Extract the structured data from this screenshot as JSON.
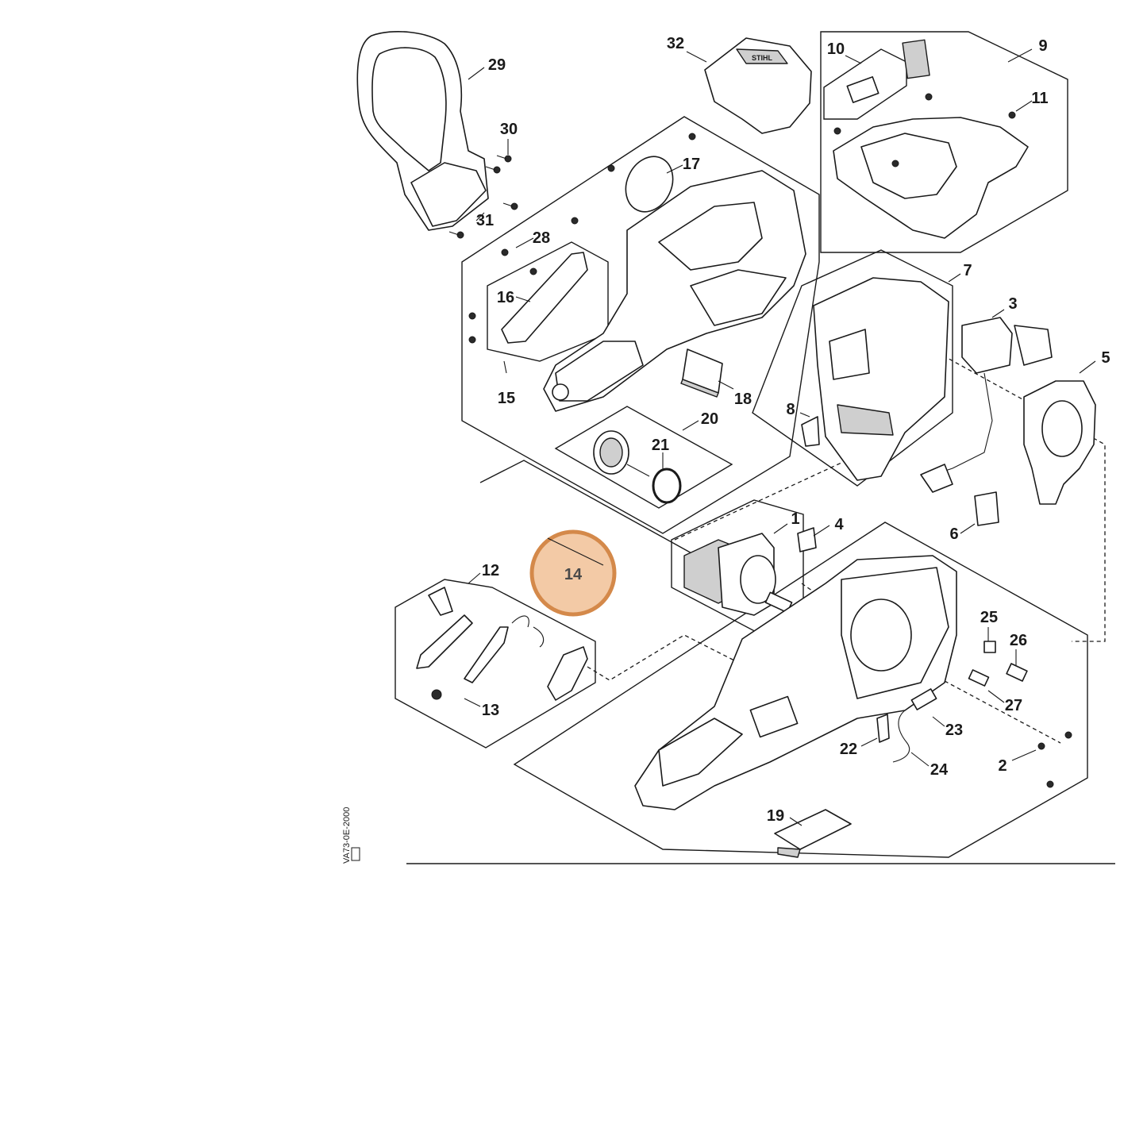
{
  "diagram": {
    "highlight_color": "#d4894a",
    "highlight_fill": "#f3caa6",
    "highlighted_part": "14",
    "drawing_code": "VA73-0E-2000",
    "logo_text": "STIHL"
  },
  "callouts": [
    "1",
    "2",
    "3",
    "4",
    "5",
    "6",
    "7",
    "8",
    "9",
    "10",
    "11",
    "12",
    "13",
    "15",
    "16",
    "17",
    "18",
    "19",
    "20",
    "21",
    "22",
    "23",
    "24",
    "25",
    "26",
    "27",
    "28",
    "29",
    "30",
    "31",
    "32"
  ]
}
